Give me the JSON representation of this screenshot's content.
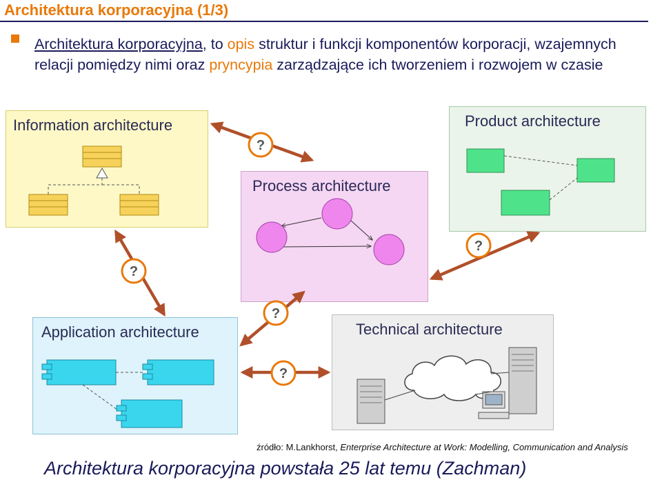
{
  "slide": {
    "title": "Architektura korporacyjna (1/3)",
    "bullet": {
      "term": "Architektura korporacyjna",
      "part1": ", to ",
      "hl1": "opis",
      "part2": " struktur i funkcji komponentów korporacji, wzajemnych relacji pomiędzy nimi oraz ",
      "hl2": "pryncypia",
      "part3": " zarządzające ich tworzeniem i rozwojem w czasie"
    },
    "source": {
      "prefix": "źródło: M.Lankhorst, ",
      "book": "Enterprise Architecture at Work: Modelling, Communication and Analysis"
    },
    "footer": "Architektura korporacyjna powstała 25 lat temu (Zachman)"
  },
  "diagram": {
    "panels": {
      "information": "Information architecture",
      "product": "Product architecture",
      "process": "Process architecture",
      "application": "Application architecture",
      "technical": "Technical architecture"
    },
    "question_mark": "?",
    "colors": {
      "accent": "#e8790a",
      "text": "#1a1a5a",
      "arrow": "#b0502a",
      "info_box": "#f7d25a",
      "product_box": "#4ee38a",
      "process_circle": "#ee86ee",
      "app_box": "#39d6ee"
    }
  }
}
